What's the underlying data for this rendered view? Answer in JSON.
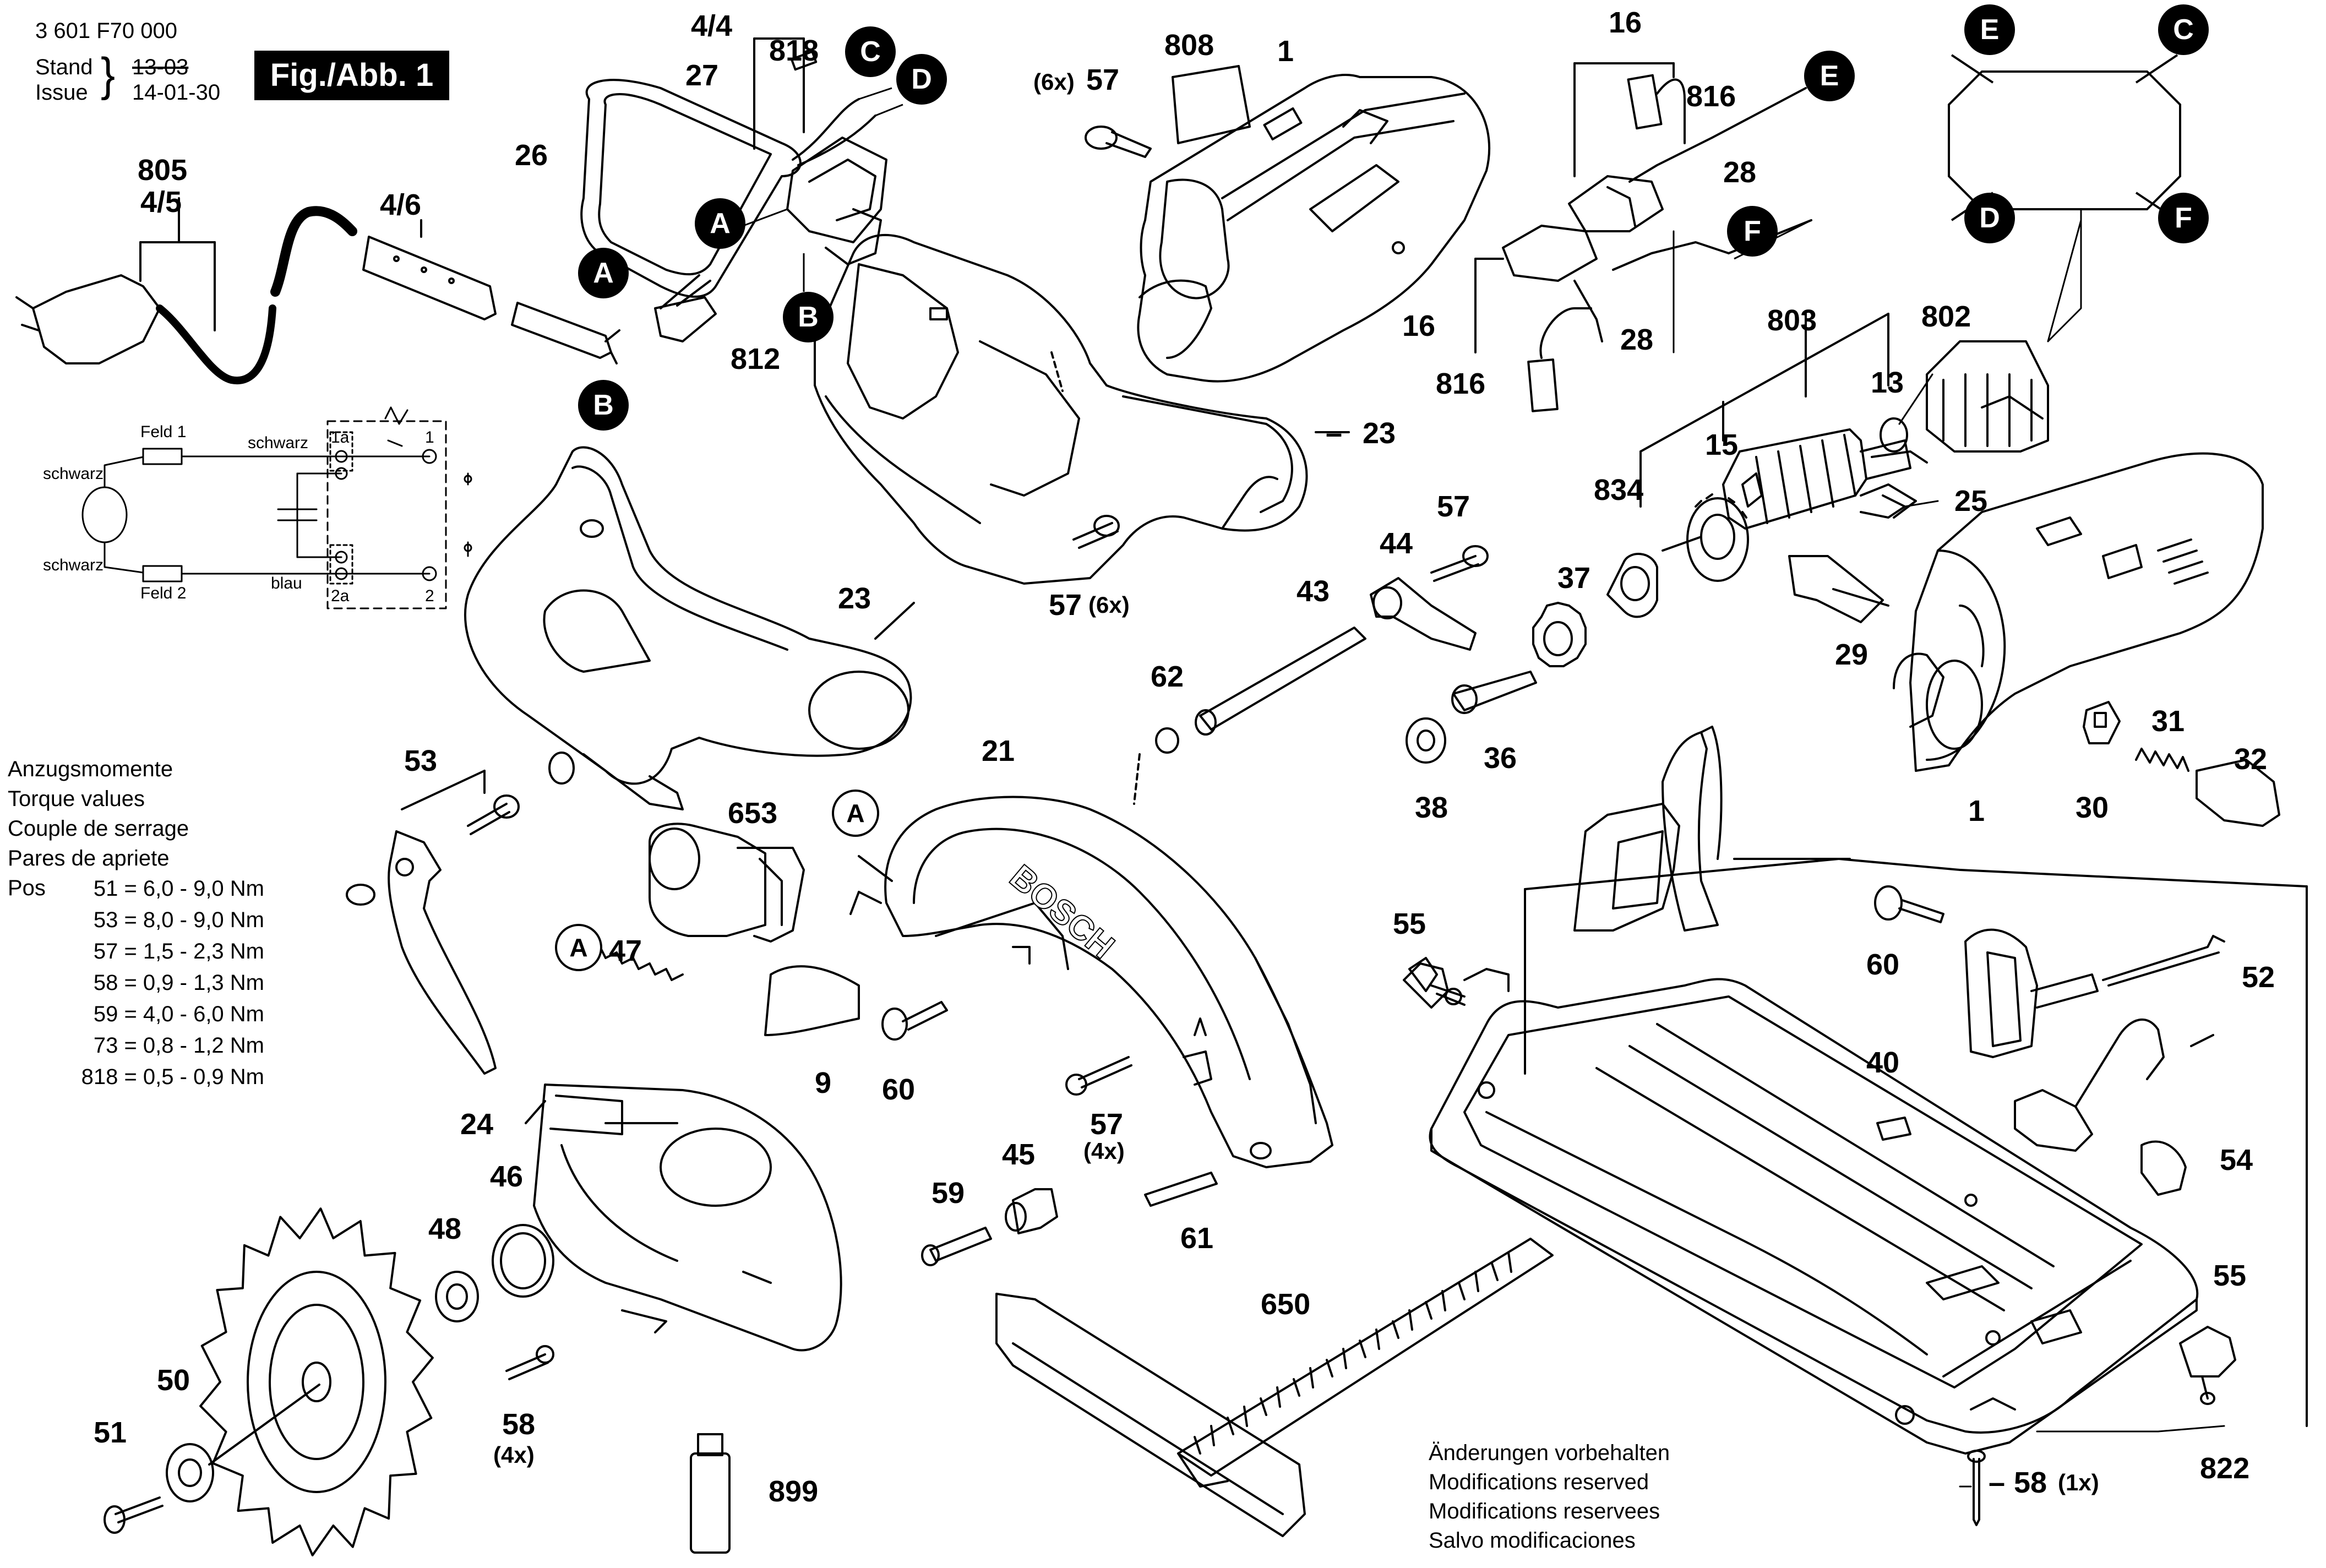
{
  "header": {
    "part_number": "3 601 F70 000",
    "stand_label": "Stand",
    "issue_label": "Issue",
    "stand_value": "13-03",
    "issue_value": "14-01-30",
    "figure_label": "Fig./Abb. 1"
  },
  "torque": {
    "titles": [
      "Anzugsmomente",
      "Torque values",
      "Couple de serrage",
      "Pares de apriete"
    ],
    "pos_label": "Pos",
    "rows": [
      "51 = 6,0 - 9,0 Nm",
      "53 = 8,0 - 9,0 Nm",
      "57 = 1,5 - 2,3 Nm",
      "58 = 0,9 - 1,3 Nm",
      "59 = 4,0 - 6,0 Nm",
      "73 = 0,8 - 1,2 Nm",
      "818 = 0,5 - 0,9 Nm"
    ]
  },
  "wiring": {
    "feld1": "Feld 1",
    "feld2": "Feld 2",
    "schwarz_top": "schwarz",
    "schwarz_left_top": "schwarz",
    "schwarz_left_bottom": "schwarz",
    "blau": "blau",
    "term_1a": "1a",
    "term_1": "1",
    "term_2a": "2a",
    "term_2": "2"
  },
  "connectors": {
    "black": [
      "C",
      "D",
      "A",
      "B",
      "A",
      "B",
      "E",
      "F",
      "E",
      "C",
      "D",
      "F"
    ],
    "outlined": [
      "A",
      "A"
    ]
  },
  "part_labels": {
    "p805": "805",
    "p45": "4/5",
    "p46": "4/6",
    "p44x": "4/4",
    "p27": "27",
    "p818": "818",
    "p26": "26",
    "p812": "812",
    "p23a": "23",
    "p23b": "23",
    "p653": "653",
    "p53": "53",
    "p47": "47",
    "p24": "24",
    "p46b": "46",
    "p48": "48",
    "p50": "50",
    "p51": "51",
    "p58a": "58",
    "p58a_qty": "(4x)",
    "p899": "899",
    "p21": "21",
    "p9": "9",
    "p60a": "60",
    "p57a": "57",
    "p57a_qty": "(4x)",
    "p45b": "45",
    "p59": "59",
    "p61": "61",
    "p650": "650",
    "p62": "62",
    "p43": "43",
    "p44": "44",
    "p57b": "57",
    "p37": "37",
    "p834": "834",
    "p36": "36",
    "p38": "38",
    "p15": "15",
    "p803": "803",
    "p13": "13",
    "p802": "802",
    "p25": "25",
    "p29": "29",
    "p1a": "1",
    "p30": "30",
    "p31": "31",
    "p32": "32",
    "p57c_qty": "(6x)",
    "p57c": "57",
    "p808": "808",
    "p1b": "1",
    "p57d": "57",
    "p57d_qty": "(6x)",
    "p16a": "16",
    "p816a": "816",
    "p28a": "28",
    "p16b": "16",
    "p816b": "816",
    "p28b": "28",
    "p55a": "55",
    "p60b": "60",
    "p52": "52",
    "p40": "40",
    "p54": "54",
    "p55b": "55",
    "p822": "822",
    "p58b": "58",
    "p58b_qty": "(1x)"
  },
  "brand": "BOSCH",
  "notes": [
    "Änderungen vorbehalten",
    "Modifications reserved",
    "Modifications reservees",
    "Salvo modificaciones"
  ]
}
